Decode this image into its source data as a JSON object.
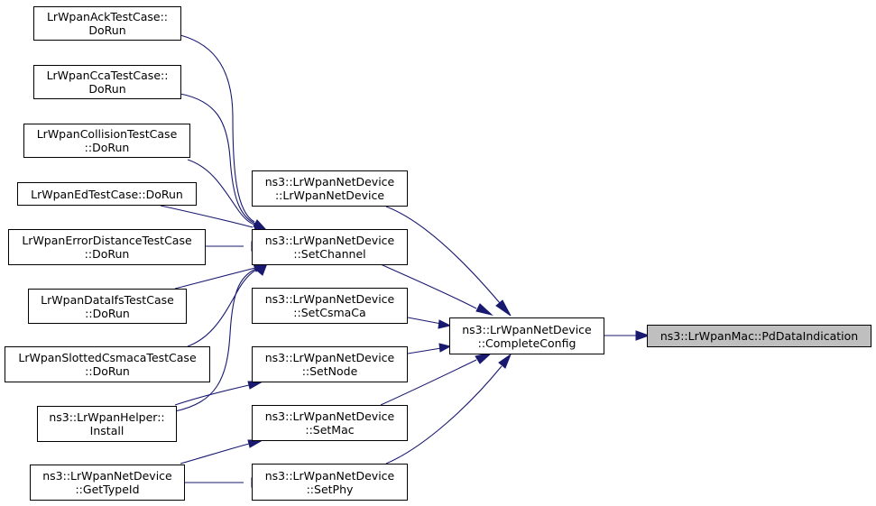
{
  "graph": {
    "nodes": {
      "ack": {
        "lines": [
          "LrWpanAckTestCase::",
          "DoRun"
        ]
      },
      "cca": {
        "lines": [
          "LrWpanCcaTestCase::",
          "DoRun"
        ]
      },
      "collision": {
        "lines": [
          "LrWpanCollisionTestCase",
          "::DoRun"
        ]
      },
      "ed": {
        "lines": [
          "LrWpanEdTestCase::DoRun"
        ]
      },
      "errdist": {
        "lines": [
          "LrWpanErrorDistanceTestCase",
          "::DoRun"
        ]
      },
      "dataifs": {
        "lines": [
          "LrWpanDataIfsTestCase",
          "::DoRun"
        ]
      },
      "slotted": {
        "lines": [
          "LrWpanSlottedCsmacaTestCase",
          "::DoRun"
        ]
      },
      "install": {
        "lines": [
          "ns3::LrWpanHelper::",
          "Install"
        ]
      },
      "typeid": {
        "lines": [
          "ns3::LrWpanNetDevice",
          "::GetTypeId"
        ]
      },
      "ctor": {
        "lines": [
          "ns3::LrWpanNetDevice",
          "::LrWpanNetDevice"
        ]
      },
      "setchannel": {
        "lines": [
          "ns3::LrWpanNetDevice",
          "::SetChannel"
        ]
      },
      "setcsmaca": {
        "lines": [
          "ns3::LrWpanNetDevice",
          "::SetCsmaCa"
        ]
      },
      "setnode": {
        "lines": [
          "ns3::LrWpanNetDevice",
          "::SetNode"
        ]
      },
      "setmac": {
        "lines": [
          "ns3::LrWpanNetDevice",
          "::SetMac"
        ]
      },
      "setphy": {
        "lines": [
          "ns3::LrWpanNetDevice",
          "::SetPhy"
        ]
      },
      "complete": {
        "lines": [
          "ns3::LrWpanNetDevice",
          "::CompleteConfig"
        ]
      },
      "pddata": {
        "lines": [
          "ns3::LrWpanMac::PdDataIndication"
        ]
      }
    },
    "edges": [
      {
        "from": "ack",
        "to": "setchannel"
      },
      {
        "from": "cca",
        "to": "setchannel"
      },
      {
        "from": "collision",
        "to": "setchannel"
      },
      {
        "from": "ed",
        "to": "setchannel"
      },
      {
        "from": "errdist",
        "to": "setchannel"
      },
      {
        "from": "dataifs",
        "to": "setchannel"
      },
      {
        "from": "slotted",
        "to": "setchannel"
      },
      {
        "from": "install",
        "to": "setchannel"
      },
      {
        "from": "install",
        "to": "setnode"
      },
      {
        "from": "typeid",
        "to": "setmac"
      },
      {
        "from": "typeid",
        "to": "setphy"
      },
      {
        "from": "ctor",
        "to": "complete"
      },
      {
        "from": "setchannel",
        "to": "complete"
      },
      {
        "from": "setcsmaca",
        "to": "complete"
      },
      {
        "from": "setnode",
        "to": "complete"
      },
      {
        "from": "setmac",
        "to": "complete"
      },
      {
        "from": "setphy",
        "to": "complete"
      },
      {
        "from": "complete",
        "to": "pddata"
      }
    ],
    "colors": {
      "edge": "#191970",
      "node_border": "#000000",
      "focus_fill": "#bfbfbf"
    }
  }
}
